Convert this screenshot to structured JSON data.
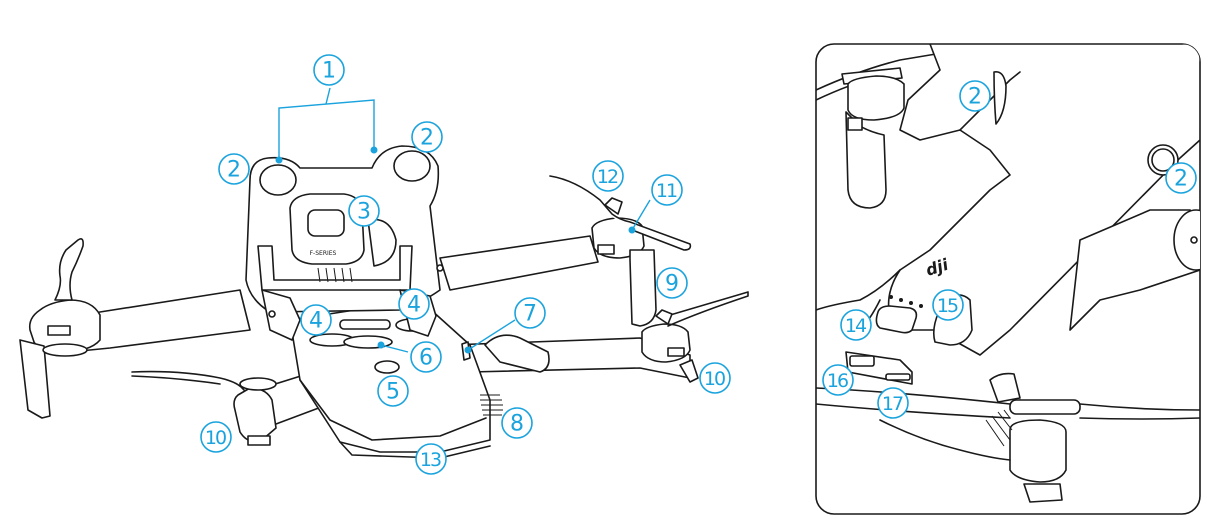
{
  "figure": {
    "type": "labeled product diagram",
    "subject": "drone (aircraft) component overview",
    "accent_color": "#1aa3dd",
    "line_color": "#1a1a1a",
    "views": [
      {
        "name": "front-bottom view",
        "callouts": [
          "1",
          "2",
          "2",
          "3",
          "4",
          "4",
          "5",
          "6",
          "7",
          "8",
          "9",
          "10",
          "10",
          "11",
          "12",
          "13"
        ]
      },
      {
        "name": "rear-top inset view",
        "callouts": [
          "2",
          "2",
          "14",
          "15",
          "16",
          "17"
        ]
      }
    ]
  },
  "main_view": {
    "callouts": {
      "c1": "1",
      "c2a": "2",
      "c2b": "2",
      "c3": "3",
      "c4a": "4",
      "c4b": "4",
      "c5": "5",
      "c6": "6",
      "c7": "7",
      "c8": "8",
      "c9": "9",
      "c10a": "10",
      "c10b": "10",
      "c11": "11",
      "c12": "12",
      "c13": "13"
    },
    "camera_label": "F-SERIES"
  },
  "inset_view": {
    "callouts": {
      "c2a": "2",
      "c2b": "2",
      "c14": "14",
      "c15": "15",
      "c16": "16",
      "c17": "17"
    },
    "logo": "dji",
    "battery_led_count": 4
  }
}
